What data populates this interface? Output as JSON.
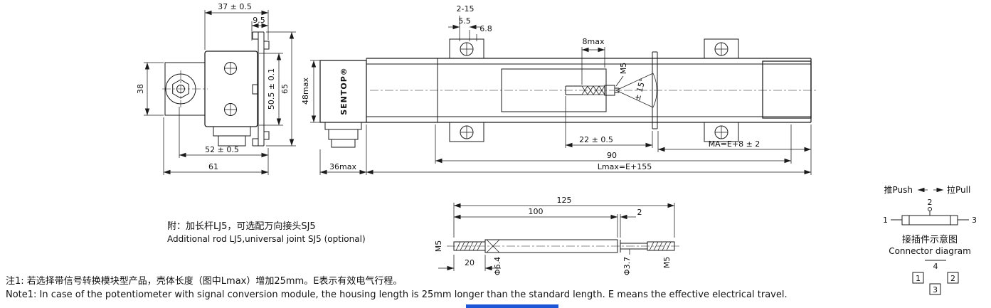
{
  "end_view": {
    "dim_width": "37 ± 0.5",
    "dim_offset": "9.5",
    "dim_height": "38",
    "dim_rail_spacing": "50.5 ± 0.1",
    "dim_overall_height": "65",
    "dim_width_lower": "52 ± 0.5",
    "dim_overall_width": "61"
  },
  "side_view": {
    "brand": "SENTOP®",
    "dim_height": "48max",
    "dim_depth": "36max"
  },
  "main_view": {
    "dim_slots": "2-15",
    "dim_slot_width": "5.5",
    "dim_slot_depth": "6.8",
    "dim_shaft_end": "8max",
    "shaft_thread": "M5",
    "dim_swing_angle": "± 15°",
    "dim_shaft_pos": "22 ± 0.5",
    "dim_body": "90",
    "dim_ma": "MA=E+8 ± 2",
    "dim_lmax": "Lmax=E+155"
  },
  "rod": {
    "caption_zh": "附：加长杆LJ5，可选配万向接头SJ5",
    "caption_en": "Additional rod LJ5,universal joint SJ5 (optional)",
    "dim_total": "125",
    "dim_main": "100",
    "dim_gap": "2",
    "dim_thread": "20",
    "thread_left": "M5",
    "thread_right": "M5",
    "dia_rod": "Φ6.4",
    "dia_neck": "Φ3.7"
  },
  "connector": {
    "push": "推Push",
    "pull": "拉Pull",
    "pin1": "1",
    "pin2": "2",
    "pin3": "3",
    "pin4": "4",
    "caption_zh": "接插件示意图",
    "caption_en": "Connector diagram"
  },
  "notes": {
    "zh": "注1: 若选择带信号转换模块型产品，壳体长度（图中Lmax）增加25mm。E表示有效电气行程。",
    "en": "Note1: In case of the potentiometer with signal conversion module, the housing length is 25mm longer than the standard length. E means the effective electrical travel."
  }
}
